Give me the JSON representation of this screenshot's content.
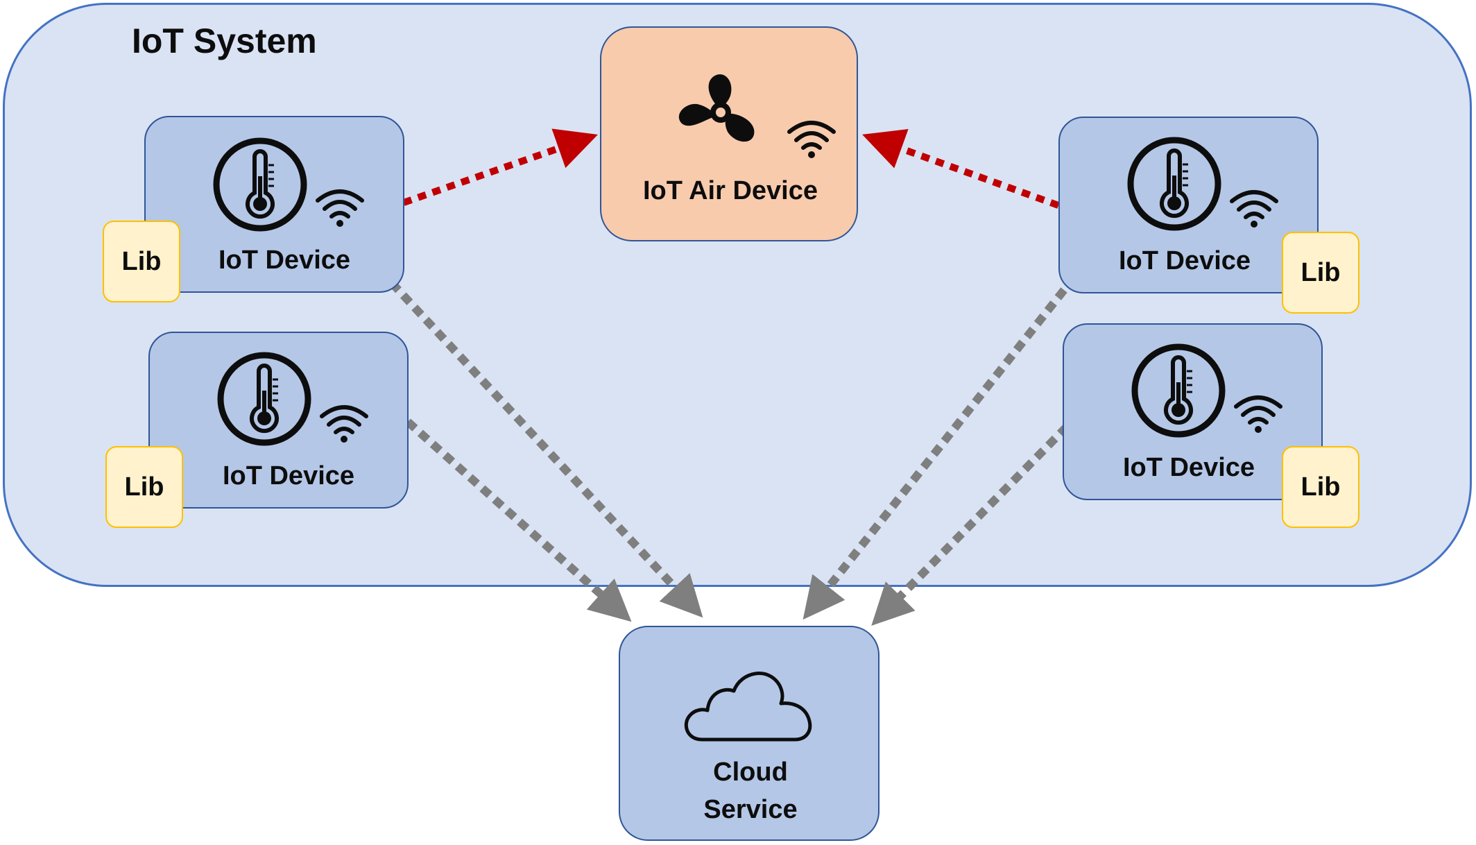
{
  "system": {
    "title": "IoT System"
  },
  "air_device": {
    "label": "IoT Air Device",
    "icon": "fan-icon"
  },
  "devices": [
    {
      "label": "IoT Device",
      "lib": "Lib"
    },
    {
      "label": "IoT Device",
      "lib": "Lib"
    },
    {
      "label": "IoT Device",
      "lib": "Lib"
    },
    {
      "label": "IoT Device",
      "lib": "Lib"
    }
  ],
  "cloud": {
    "line1": "Cloud",
    "line2": "Service",
    "icon": "cloud-icon"
  },
  "colors": {
    "system_fill": "#dae3f3",
    "device_fill": "#b4c7e7",
    "air_fill": "#f8cbad",
    "lib_fill": "#fff2cc",
    "lib_border": "#ffc000",
    "red_arrow": "#c00000",
    "gray_arrow": "#7f7f7f"
  }
}
